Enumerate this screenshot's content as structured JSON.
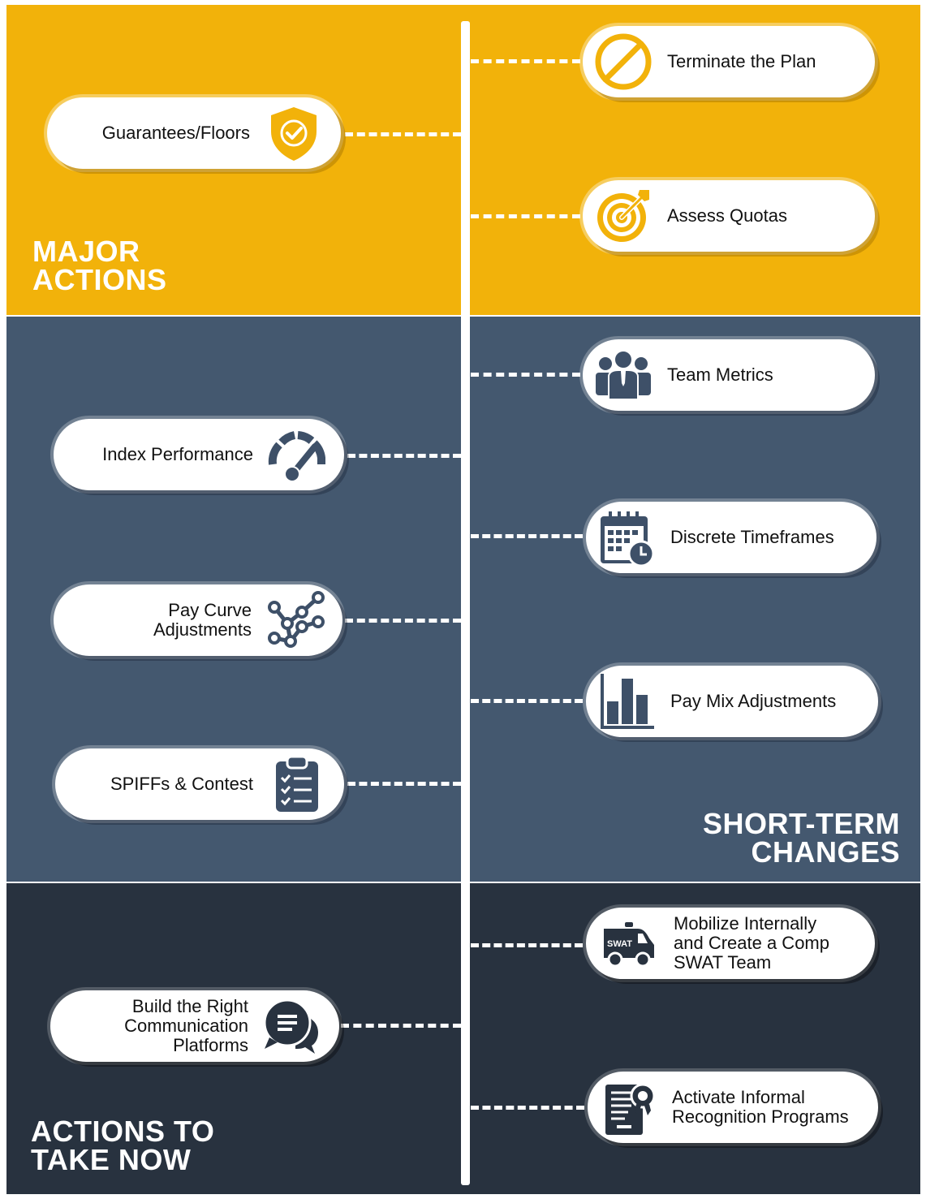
{
  "bands": {
    "major": {
      "title_line1": "MAJOR",
      "title_line2": "ACTIONS"
    },
    "short_term": {
      "title_line1": "SHORT-TERM",
      "title_line2": "CHANGES"
    },
    "now": {
      "title_line1": "ACTIONS TO",
      "title_line2": "TAKE NOW"
    }
  },
  "colors": {
    "major": "#F2B20A",
    "short_term": "#44586F",
    "now": "#28323F",
    "icon_gold": "#F2B20A",
    "icon_slate": "#3E5068",
    "icon_dark": "#28323F"
  },
  "items": {
    "terminate": {
      "label": "Terminate the Plan",
      "icon": "prohibited-icon"
    },
    "guarantees": {
      "label": "Guarantees/Floors",
      "icon": "shield-check-icon"
    },
    "assess_quotas": {
      "label": "Assess Quotas",
      "icon": "target-icon"
    },
    "team_metrics": {
      "label": "Team Metrics",
      "icon": "team-icon"
    },
    "index_performance": {
      "label": "Index Performance",
      "icon": "gauge-icon"
    },
    "discrete_timeframes": {
      "label": "Discrete Timeframes",
      "icon": "calendar-clock-icon"
    },
    "pay_curve": {
      "label": "Pay Curve\nAdjustments",
      "icon": "curve-nodes-icon"
    },
    "pay_mix": {
      "label": "Pay Mix Adjustments",
      "icon": "bar-chart-icon"
    },
    "spiffs": {
      "label": "SPIFFs & Contest",
      "icon": "clipboard-checklist-icon"
    },
    "mobilize": {
      "label": "Mobilize Internally\nand Create a Comp\nSWAT Team",
      "icon": "swat-van-icon",
      "van_text": "SWAT"
    },
    "communication": {
      "label": "Build the Right\nCommunication\nPlatforms",
      "icon": "chat-bubbles-icon"
    },
    "recognition": {
      "label": "Activate Informal\nRecognition Programs",
      "icon": "certificate-icon"
    }
  }
}
